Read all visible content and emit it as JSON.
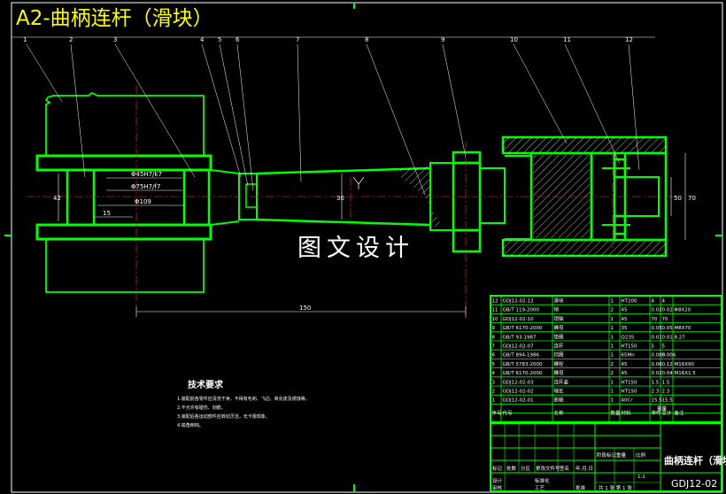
{
  "title": "A2-曲柄连杆（滑块）",
  "watermark": "图文设计",
  "callouts": [
    "1",
    "2",
    "3",
    "4",
    "5",
    "6",
    "7",
    "8",
    "9",
    "10",
    "11",
    "12"
  ],
  "dimensions": {
    "d1": "Φ45H7/k7",
    "d2": "Φ75H7/f7",
    "d3": "Φ109",
    "d4": "15",
    "d5": "42",
    "d6": "30",
    "d7": "150",
    "d8": "50",
    "d9": "70"
  },
  "requirements": {
    "heading": "技术要求",
    "items": [
      "1.装配前各零件应清洗干净，不得有毛刺、飞边、氧化皮及锈蚀等。",
      "2.不允许有碰伤、划痕。",
      "3.装配后各运动部件应转动灵活，无卡阻现象。",
      "4.锐角倒钝。"
    ]
  },
  "bom": {
    "rows": [
      {
        "no": "12",
        "code": "GDJ12-02-12",
        "name": "滑块",
        "qty": "1",
        "mat": "HT200",
        "w1": "4",
        "w2": "4",
        "note": ""
      },
      {
        "no": "11",
        "code": "GB/T 119-2000",
        "name": "销",
        "qty": "2",
        "mat": "45",
        "w1": "0.02",
        "w2": "0.02",
        "note": "Φ8X20"
      },
      {
        "no": "10",
        "code": "GDJ12-02-10",
        "name": "销轴",
        "qty": "1",
        "mat": "45",
        "w1": "70",
        "w2": "70",
        "note": ""
      },
      {
        "no": "9",
        "code": "GB/T 6170-2000",
        "name": "螺母",
        "qty": "1",
        "mat": "35",
        "w1": "0.05",
        "w2": "0.05",
        "note": "M8X70"
      },
      {
        "no": "8",
        "code": "GB/T 93-1987",
        "name": "垫圈",
        "qty": "1",
        "mat": "Q235",
        "w1": "0.01",
        "w2": "0.01",
        "note": "8.27"
      },
      {
        "no": "7",
        "code": "GDJ12-02-07",
        "name": "连杆",
        "qty": "1",
        "mat": "HT150",
        "w1": "5",
        "w2": "5",
        "note": ""
      },
      {
        "no": "6",
        "code": "GB/T 894-1986",
        "name": "挡圈",
        "qty": "1",
        "mat": "65Mn",
        "w1": "0.005",
        "w2": "0.004",
        "note": ""
      },
      {
        "no": "5",
        "code": "GB/T 5783-2000",
        "name": "螺栓",
        "qty": "2",
        "mat": "45",
        "w1": "0.06",
        "w2": "0.12",
        "note": "M16X90"
      },
      {
        "no": "4",
        "code": "GB/T 6170-2000",
        "name": "螺母",
        "qty": "2",
        "mat": "45",
        "w1": "0.02",
        "w2": "0.04",
        "note": "M16X1.5"
      },
      {
        "no": "3",
        "code": "GDJ12-02-03",
        "name": "连杆盖",
        "qty": "1",
        "mat": "HT150",
        "w1": "1.5",
        "w2": "1.5",
        "note": ""
      },
      {
        "no": "2",
        "code": "GDJ12-02-02",
        "name": "轴瓦",
        "qty": "1",
        "mat": "HT150",
        "w1": "2.3",
        "w2": "2.3",
        "note": ""
      },
      {
        "no": "1",
        "code": "GDJ12-02-01",
        "name": "曲轴",
        "qty": "1",
        "mat": "40Cr",
        "w1": "15.5",
        "w2": "15.5",
        "note": ""
      }
    ],
    "header": {
      "no": "序号",
      "code": "代号",
      "name": "名称",
      "qty": "数量",
      "mat": "材料",
      "w1": "单件",
      "w2": "总计",
      "weight": "重量",
      "note": "备注"
    }
  },
  "title_block": {
    "name": "曲柄连杆（滑块）",
    "code": "GDJ12-02",
    "scale": "1:1",
    "sheet": "共 1 张 第 1 张",
    "labels": [
      "标记",
      "处数",
      "分区",
      "更改文件号",
      "签名",
      "年.月.日",
      "设计",
      "标准化",
      "审核",
      "工艺",
      "批准",
      "阶段标记",
      "重量",
      "比例"
    ]
  },
  "colors": {
    "outline": "#00ff00",
    "dimension": "#ffffff",
    "centerline": "#ff3030",
    "title": "#ffff00"
  }
}
